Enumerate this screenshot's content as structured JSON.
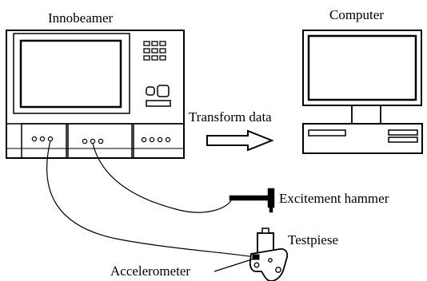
{
  "labels": {
    "innobeamer": "Innobeamer",
    "computer": "Computer",
    "transform": "Transform data",
    "hammer": "Excitement hammer",
    "testpiece": "Testpiese",
    "accelerometer": "Accelerometer"
  },
  "colors": {
    "line": "#000000",
    "background": "#ffffff"
  }
}
